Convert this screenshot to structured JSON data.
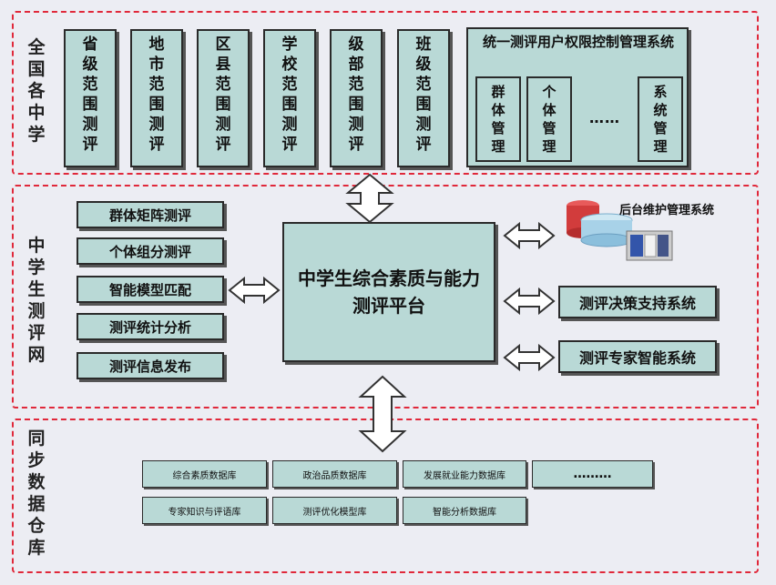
{
  "sections": {
    "top_label": "全国各中学",
    "mid_label": "中学生测评网",
    "bottom_label": "同步数据仓库"
  },
  "scope_boxes": [
    "省级范围测评",
    "地市范围测评",
    "区县范围测评",
    "学校范围测评",
    "级部范围测评",
    "班级范围测评"
  ],
  "rights_system": {
    "title": "统一测评用户权限控制管理系统",
    "items": [
      "群体管理",
      "个体管理",
      "系统管理"
    ],
    "ellipsis": "……"
  },
  "left_menu": [
    "群体矩阵测评",
    "个体组分测评",
    "智能模型匹配",
    "测评统计分析",
    "测评信息发布"
  ],
  "platform": "中学生综合素质与能力测评平台",
  "right_systems": {
    "backend": "后台维护管理系统",
    "decision": "测评决策支持系统",
    "expert": "测评专家智能系统"
  },
  "databases": {
    "row1": [
      "综合素质数据库",
      "政治品质数据库",
      "发展就业能力数据库",
      "………"
    ],
    "row2": [
      "专家知识与评语库",
      "测评优化模型库",
      "智能分析数据库"
    ]
  },
  "colors": {
    "box_fill": "#b9d9d6",
    "dashed_border": "#e0283a",
    "background": "#ecedf3"
  }
}
